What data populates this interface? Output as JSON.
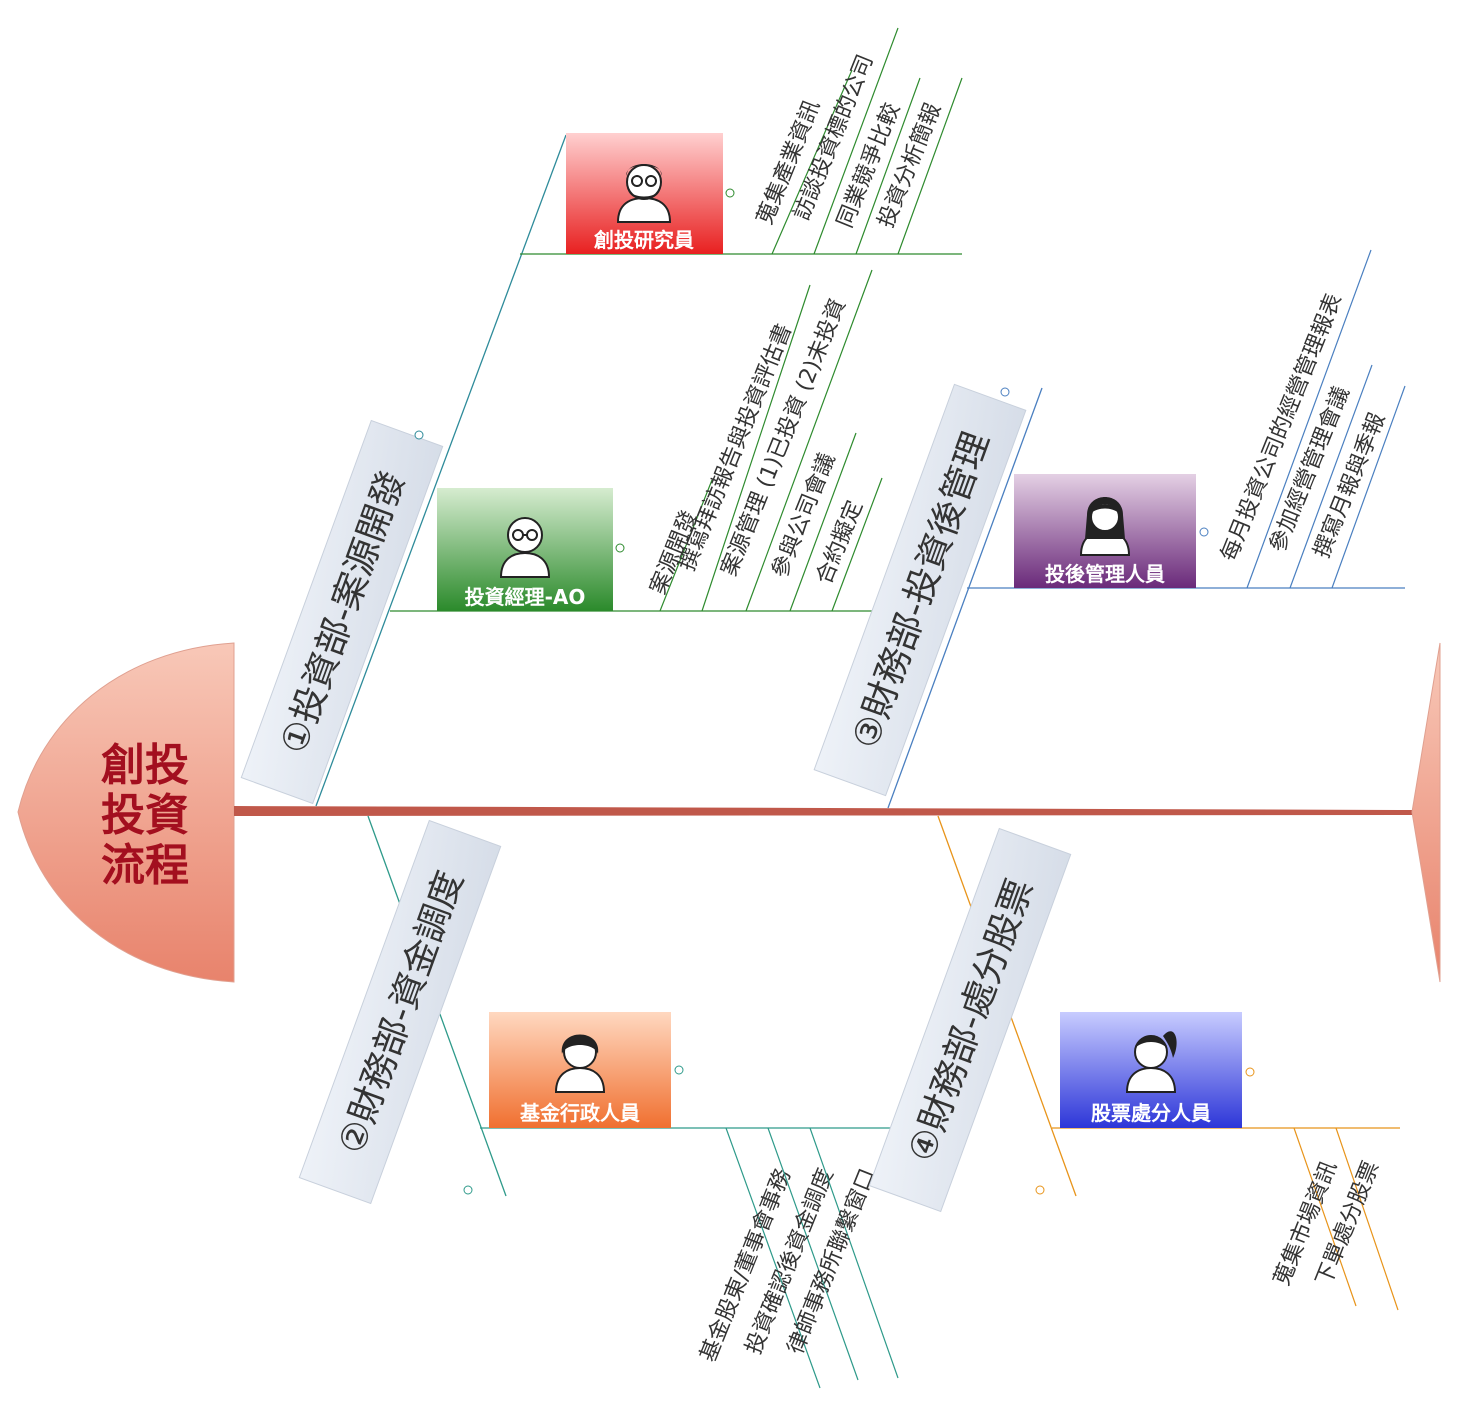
{
  "head": {
    "lines": [
      "創投",
      "投資",
      "流程"
    ],
    "text_color": "#a30f1f",
    "fill_top": "#f8c8b8",
    "fill_bottom": "#e8836c"
  },
  "spine_color": "#c0584a",
  "categories": [
    {
      "id": "c1",
      "label": "①投資部-案源開發",
      "color": "#2e8b9a",
      "roles": [
        {
          "label": "創投研究員",
          "fill_top": "#ffd0d0",
          "fill_bottom": "#e82020",
          "line_color": "#2e8b2e",
          "avatar": "bearded-man-avatar-icon",
          "tasks": [
            "蒐集產業資訊",
            "訪談投資標的公司",
            "同業競爭比較",
            "投資分析簡報"
          ]
        },
        {
          "label": "投資經理-AO",
          "fill_top": "#d6ecd0",
          "fill_bottom": "#2b8a2b",
          "line_color": "#2e8b2e",
          "avatar": "bald-man-glasses-avatar-icon",
          "tasks": [
            "案源開發",
            "撰寫拜訪報告與投資評估書",
            "案源管理 (1)已投資 (2)未投資",
            "參與公司會議",
            "合約擬定"
          ]
        }
      ]
    },
    {
      "id": "c3",
      "label": "③財務部-投資後管理",
      "color": "#4a7fc0",
      "roles": [
        {
          "label": "投後管理人員",
          "fill_top": "#e4d0e4",
          "fill_bottom": "#6a2a7a",
          "line_color": "#4a7fc0",
          "avatar": "woman-avatar-icon",
          "tasks": [
            "每月投資公司的經營管理報表",
            "參加經營管理會議",
            "撰寫月報與季報"
          ]
        }
      ]
    },
    {
      "id": "c2",
      "label": "②財務部-資金調度",
      "color": "#2e9a8a",
      "roles": [
        {
          "label": "基金行政人員",
          "fill_top": "#ffd8c0",
          "fill_bottom": "#f07030",
          "line_color": "#2e9a8a",
          "avatar": "curly-man-avatar-icon",
          "tasks": [
            "基金股東/董事會事務",
            "投資確認後資金調度",
            "律師事務所聯繫窗口"
          ]
        }
      ]
    },
    {
      "id": "c4",
      "label": "④財務部-處分股票",
      "color": "#e8941a",
      "roles": [
        {
          "label": "股票處分人員",
          "fill_top": "#c8ccff",
          "fill_bottom": "#2d36d8",
          "line_color": "#e8941a",
          "avatar": "ponytail-woman-avatar-icon",
          "tasks": [
            "蒐集市場資訊",
            "下單處分股票"
          ]
        }
      ]
    }
  ]
}
